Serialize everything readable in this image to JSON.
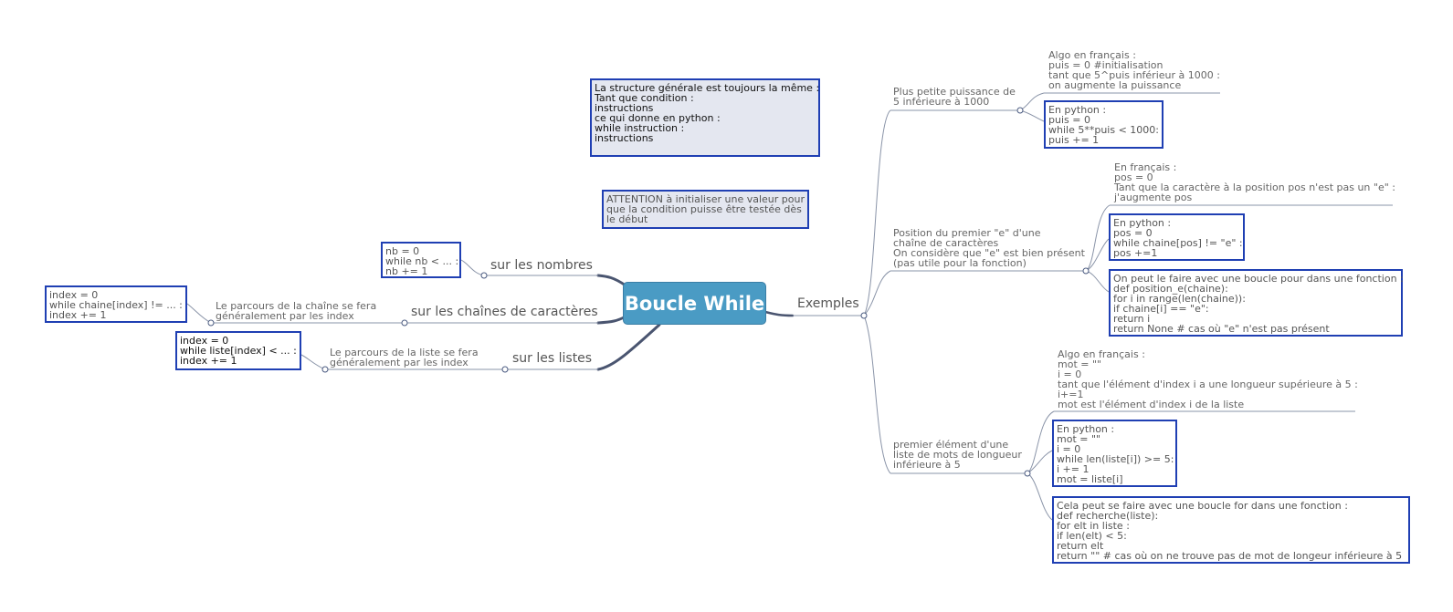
{
  "central": "Boucle While",
  "notes": {
    "general": [
      "La structure générale est toujours la même :",
      "Tant que condition :",
      "instructions",
      "ce qui donne en python :",
      "while instruction :",
      "instructions"
    ],
    "attention": [
      "ATTENTION à initialiser une valeur pour",
      "que la condition puisse être testée dès",
      "le début"
    ]
  },
  "left": {
    "nombres": {
      "label": "sur les nombres",
      "code": [
        "nb = 0",
        "while nb < ... :",
        "nb += 1"
      ]
    },
    "chaines": {
      "label": "sur les chaînes de caractères",
      "note": [
        "Le parcours de la chaîne se fera",
        "généralement par les index"
      ],
      "code": [
        "index = 0",
        "while chaine[index] != ... :",
        "index += 1"
      ]
    },
    "listes": {
      "label": "sur les listes",
      "note": [
        "Le parcours de la liste se fera",
        "généralement par les index"
      ],
      "code": [
        "index = 0",
        "while liste[index] < ... :",
        "index += 1"
      ]
    }
  },
  "right": {
    "label": "Exemples",
    "ex1": {
      "label": [
        "Plus petite puissance de",
        "5 inférieure à 1000"
      ],
      "algo": [
        "Algo en français :",
        "puis = 0 #initialisation",
        "tant que 5^puis inférieur à 1000 :",
        "on augmente la puissance"
      ],
      "python": [
        "En python :",
        "puis = 0",
        "while 5**puis < 1000:",
        "puis += 1"
      ]
    },
    "ex2": {
      "label": [
        "Position du premier \"e\" d'une",
        "chaîne de caractères",
        "On considère que \"e\" est bien présent",
        "(pas utile pour la fonction)"
      ],
      "algo": [
        "En français :",
        "pos = 0",
        "Tant que la caractère à la position pos n'est pas un \"e\" :",
        "j'augmente pos"
      ],
      "python": [
        "En python :",
        "pos = 0",
        "while chaine[pos] != \"e\" :",
        "pos +=1"
      ],
      "func": [
        "On peut le faire avec une boucle pour dans une fonction :",
        "def position_e(chaine):",
        "for i in range(len(chaine)):",
        "if chaine[i] == \"e\":",
        "return i",
        "return None # cas où \"e\" n'est pas présent"
      ]
    },
    "ex3": {
      "label": [
        "premier élément d'une",
        "liste de mots de longueur",
        "inférieure à 5"
      ],
      "algo": [
        "Algo en français :",
        "mot = \"\"",
        "i = 0",
        "tant que l'élément d'index i a une longueur supérieure à 5 :",
        "i+=1",
        "mot est l'élément d'index i de la liste"
      ],
      "python": [
        "En python :",
        "mot = \"\"",
        "i = 0",
        "while len(liste[i]) >= 5:",
        "i += 1",
        "mot = liste[i]"
      ],
      "func": [
        "Cela peut se faire avec une boucle for dans une fonction :",
        "def recherche(liste):",
        "for elt in liste :",
        "if len(elt) < 5:",
        "return elt",
        "return \"\" # cas où on ne trouve pas de mot de longeur inférieure à 5"
      ]
    }
  }
}
